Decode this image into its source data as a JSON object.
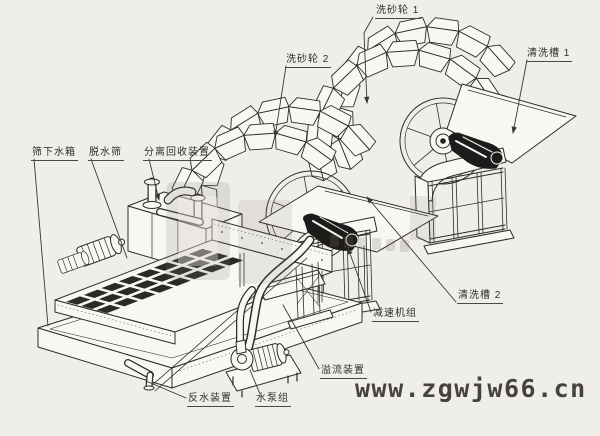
{
  "diagram": {
    "type": "isometric-technical-illustration",
    "subject": "wheel sand washing and recycling machine",
    "labels": [
      {
        "id": "wash-wheel-1",
        "text": "洗砂轮 1"
      },
      {
        "id": "wash-wheel-2",
        "text": "洗砂轮 2"
      },
      {
        "id": "cleaning-tank-1",
        "text": "清洗槽 1"
      },
      {
        "id": "under-screen-water-tank",
        "text": "筛下水箱"
      },
      {
        "id": "dewatering-screen",
        "text": "脱水筛"
      },
      {
        "id": "separation-recovery-device",
        "text": "分离回收装置"
      },
      {
        "id": "cleaning-tank-2",
        "text": "清洗槽 2"
      },
      {
        "id": "reducer-unit",
        "text": "减速机组"
      },
      {
        "id": "overflow-device",
        "text": "溢流装置"
      },
      {
        "id": "backwash-device",
        "text": "反水装置"
      },
      {
        "id": "water-pump-unit",
        "text": "水泵组"
      }
    ],
    "watermark_url": "www.zgwjw66.cn",
    "colors": {
      "background": "#f0eeea",
      "line": "#2f2d2b",
      "label_text": "#2f2e2c",
      "watermark_text": "#454240",
      "mesh_dark": "#2b2a27"
    }
  }
}
